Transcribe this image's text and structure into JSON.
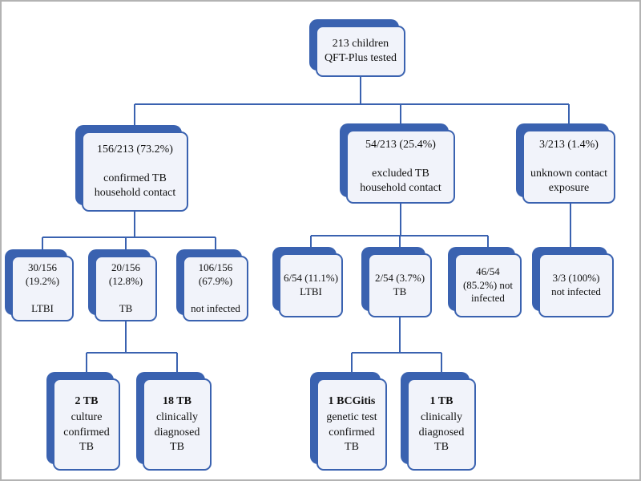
{
  "diagram": {
    "colors": {
      "accent": "#3a62b0",
      "card_bg": "#f1f3fa",
      "frame": "#b3b3b3",
      "text": "#111111"
    },
    "nodes": {
      "root": {
        "text": "213 children\nQFT-Plus tested"
      },
      "confirmed_contact": {
        "text": "156/213 (73.2%)\n\nconfirmed TB\nhousehold contact"
      },
      "excluded_contact": {
        "text": "54/213 (25.4%)\n\nexcluded TB\nhousehold contact"
      },
      "unknown_exposure": {
        "text": "3/213 (1.4%)\n\nunknown contact\nexposure"
      },
      "confirmed_ltbi": {
        "text": "30/156\n(19.2%)\n\nLTBI"
      },
      "confirmed_tb": {
        "text": "20/156\n(12.8%)\n\nTB"
      },
      "confirmed_not_infected": {
        "text": "106/156\n(67.9%)\n\nnot infected"
      },
      "excluded_ltbi": {
        "text": "6/54 (11.1%)\nLTBI"
      },
      "excluded_tb": {
        "text": "2/54 (3.7%)\nTB"
      },
      "excluded_not_infected": {
        "text": "46/54\n(85.2%) not\ninfected"
      },
      "unknown_not_infected": {
        "text": "3/3 (100%)\nnot infected"
      },
      "tb_culture_confirmed": {
        "title": "2 TB",
        "body": "culture\nconfirmed\nTB"
      },
      "tb_clinically_diagnosed": {
        "title": "18 TB",
        "body": "clinically\ndiagnosed\nTB"
      },
      "bcgitis_confirmed": {
        "title": "1 BCGitis",
        "body": "genetic test\nconfirmed\nTB"
      },
      "tb_clinically_diagnosed_2": {
        "title": "1 TB",
        "body": "clinically\ndiagnosed\nTB"
      }
    }
  }
}
